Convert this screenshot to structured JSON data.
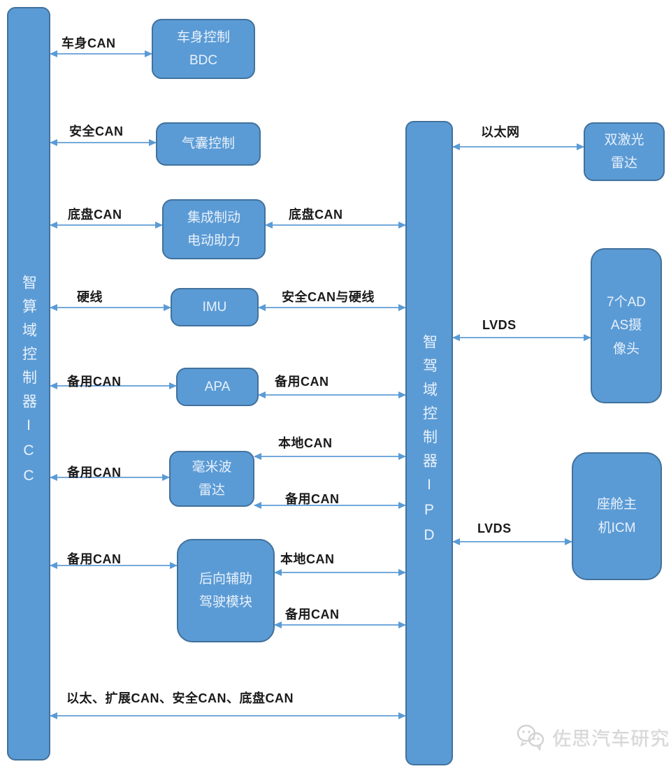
{
  "diagram": {
    "controllers": {
      "icc": {
        "label": "智算域控制器ICC"
      },
      "ipd": {
        "label": "智驾域控制器IPD"
      }
    },
    "nodes": {
      "bdc": {
        "line1": "车身控制",
        "line2": "BDC"
      },
      "airbag": {
        "line1": "气囊控制"
      },
      "brake": {
        "line1": "集成制动",
        "line2": "电动助力"
      },
      "imu": {
        "line1": "IMU"
      },
      "apa": {
        "line1": "APA"
      },
      "mmw_radar": {
        "line1": "毫米波",
        "line2": "雷达"
      },
      "rear_assist": {
        "line1": "后向辅助",
        "line2": "驾驶模块"
      },
      "dual_lidar": {
        "line1": "双激光",
        "line2": "雷达"
      },
      "adas_cameras": {
        "line1": "7个AD",
        "line2": "AS摄",
        "line3": "像头"
      },
      "cockpit_icm": {
        "line1": "座舱主",
        "line2": "机ICM"
      }
    },
    "edges": {
      "icc_bdc": {
        "label": "车身CAN"
      },
      "icc_airbag": {
        "label": "安全CAN"
      },
      "icc_brake": {
        "label": "底盘CAN"
      },
      "brake_ipd": {
        "label": "底盘CAN"
      },
      "icc_imu": {
        "label": "硬线"
      },
      "imu_ipd": {
        "label": "安全CAN与硬线"
      },
      "icc_apa": {
        "label": "备用CAN"
      },
      "apa_ipd": {
        "label": "备用CAN"
      },
      "radar_ipd_local": {
        "label": "本地CAN"
      },
      "icc_radar": {
        "label": "备用CAN"
      },
      "radar_ipd_backup": {
        "label": "备用CAN"
      },
      "icc_rear": {
        "label": "备用CAN"
      },
      "rear_ipd_local": {
        "label": "本地CAN"
      },
      "rear_ipd_backup": {
        "label": "备用CAN"
      },
      "icc_ipd_trunk": {
        "label": "以太、扩展CAN、安全CAN、底盘CAN"
      },
      "ipd_lidar": {
        "label": "以太网"
      },
      "ipd_cameras": {
        "label": "LVDS"
      },
      "ipd_cockpit": {
        "label": "LVDS"
      }
    },
    "watermark": {
      "text": "佐思汽车研究",
      "icon": "wechat-icon"
    },
    "colors": {
      "node_fill": "#5B9BD5",
      "node_border": "#41719C",
      "node_text": "#EAF2FB",
      "arrow_line": "#74A9DC",
      "arrow_head": "#5B9BD5",
      "label_text": "#1A1A1A",
      "watermark_text": "#D7D7D7"
    }
  }
}
